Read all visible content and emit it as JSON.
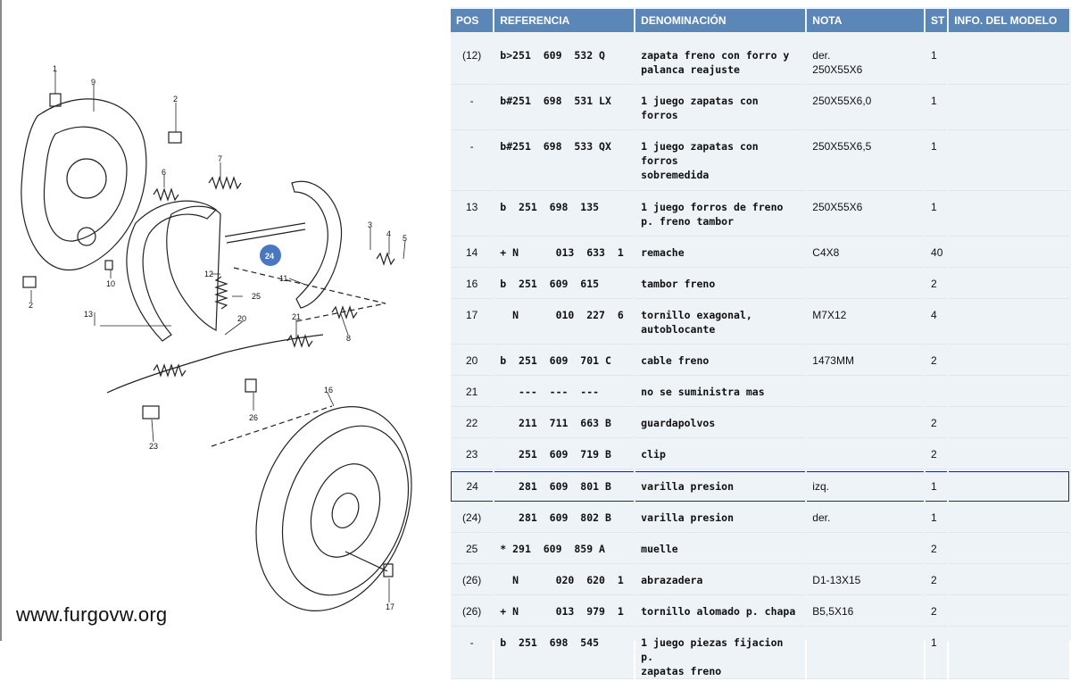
{
  "site": {
    "watermark": "www.furgovw.org"
  },
  "diagram": {
    "callouts": [
      "1",
      "9",
      "2",
      "6",
      "7",
      "3",
      "4",
      "5",
      "24",
      "11",
      "12",
      "25",
      "10",
      "13",
      "2",
      "20",
      "21",
      "8",
      "16",
      "26",
      "23",
      "17"
    ]
  },
  "table": {
    "headers": {
      "pos": "POS",
      "ref": "REFERENCIA",
      "den": "DENOMINACIÓN",
      "nota": "NOTA",
      "st": "ST",
      "info": "INFO. DEL MODELO"
    },
    "rows": [
      {
        "pos": "(12)",
        "ref": "b>251  609  532 Q",
        "den": "zapata freno con forro y\npalanca reajuste",
        "nota": "der.\n250X55X6",
        "st": "1",
        "info": ""
      },
      {
        "pos": "-",
        "ref": "b#251  698  531 LX",
        "den": "1 juego zapatas con\nforros",
        "nota": "250X55X6,0",
        "st": "1",
        "info": ""
      },
      {
        "pos": "-",
        "ref": "b#251  698  533 QX",
        "den": "1 juego zapatas con\nforros\nsobremedida",
        "nota": "250X55X6,5",
        "st": "1",
        "info": ""
      },
      {
        "pos": "13",
        "ref": "b  251  698  135",
        "den": "1 juego forros de freno\np. freno tambor",
        "nota": "250X55X6",
        "st": "1",
        "info": ""
      },
      {
        "pos": "14",
        "ref": "+ N      013  633  1",
        "den": "remache",
        "nota": "C4X8",
        "st": "40",
        "info": ""
      },
      {
        "pos": "16",
        "ref": "b  251  609  615",
        "den": "tambor freno",
        "nota": "",
        "st": "2",
        "info": ""
      },
      {
        "pos": "17",
        "ref": "  N      010  227  6",
        "den": "tornillo exagonal,\nautoblocante",
        "nota": "M7X12",
        "st": "4",
        "info": ""
      },
      {
        "pos": "20",
        "ref": "b  251  609  701 C",
        "den": "cable freno",
        "nota": "1473MM",
        "st": "2",
        "info": ""
      },
      {
        "pos": "21",
        "ref": "   ---  ---  ---",
        "den": "no se suministra mas",
        "nota": "",
        "st": "",
        "info": ""
      },
      {
        "pos": "22",
        "ref": "   211  711  663 B",
        "den": "guardapolvos",
        "nota": "",
        "st": "2",
        "info": ""
      },
      {
        "pos": "23",
        "ref": "   251  609  719 B",
        "den": "clip",
        "nota": "",
        "st": "2",
        "info": ""
      },
      {
        "pos": "24",
        "ref": "   281  609  801 B",
        "den": "varilla presion",
        "nota": "izq.",
        "st": "1",
        "info": "",
        "selected": true
      },
      {
        "pos": "(24)",
        "ref": "   281  609  802 B",
        "den": "varilla presion",
        "nota": "der.",
        "st": "1",
        "info": ""
      },
      {
        "pos": "25",
        "ref": "* 291  609  859 A",
        "den": "muelle",
        "nota": "",
        "st": "2",
        "info": ""
      },
      {
        "pos": "(26)",
        "ref": "  N      020  620  1",
        "den": "abrazadera",
        "nota": "D1-13X15",
        "st": "2",
        "info": ""
      },
      {
        "pos": "(26)",
        "ref": "+ N      013  979  1",
        "den": "tornillo alomado p. chapa",
        "nota": "B5,5X16",
        "st": "2",
        "info": ""
      },
      {
        "pos": "-",
        "ref": "b  251  698  545",
        "den": "1 juego piezas fijacion p.\nzapatas freno",
        "nota": "",
        "st": "1",
        "info": ""
      }
    ]
  },
  "colors": {
    "header_bg": "#5b87b8",
    "row_bg": "#eef3f8",
    "callout_highlight": "#4a78c0",
    "selected_border": "#1d2c6a"
  }
}
